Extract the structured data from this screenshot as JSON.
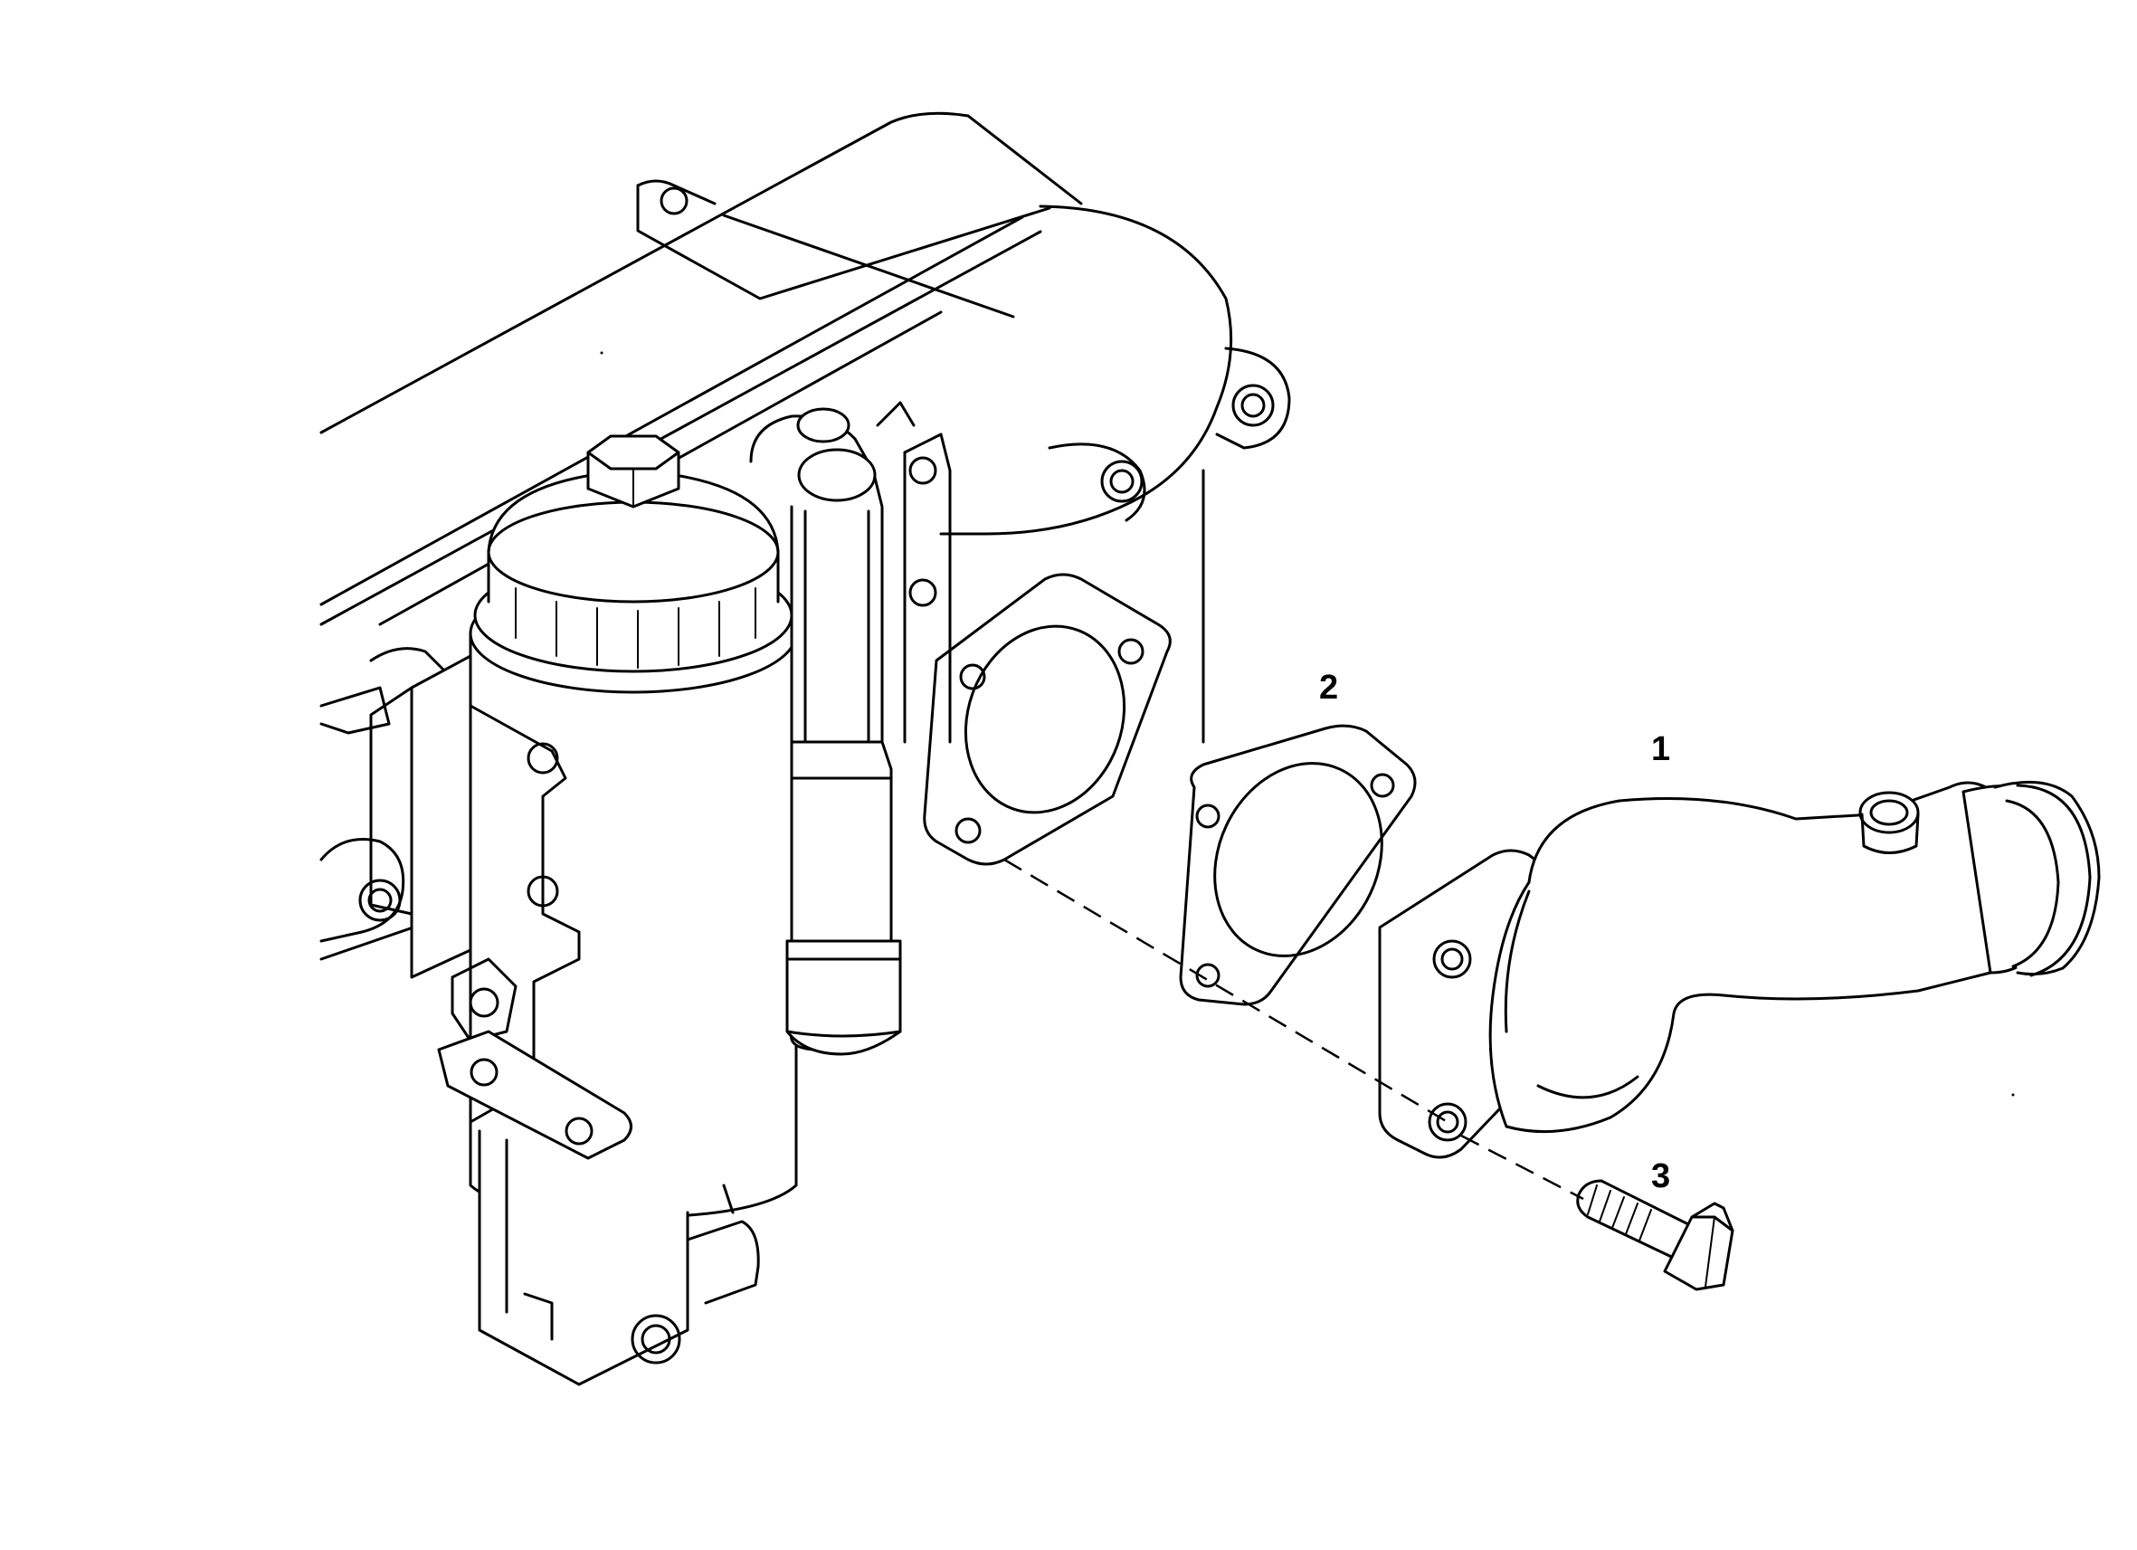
{
  "callouts": [
    {
      "label": "1",
      "part": "coolant-outlet-elbow"
    },
    {
      "label": "2",
      "part": "gasket"
    },
    {
      "label": "3",
      "part": "bolt"
    }
  ]
}
